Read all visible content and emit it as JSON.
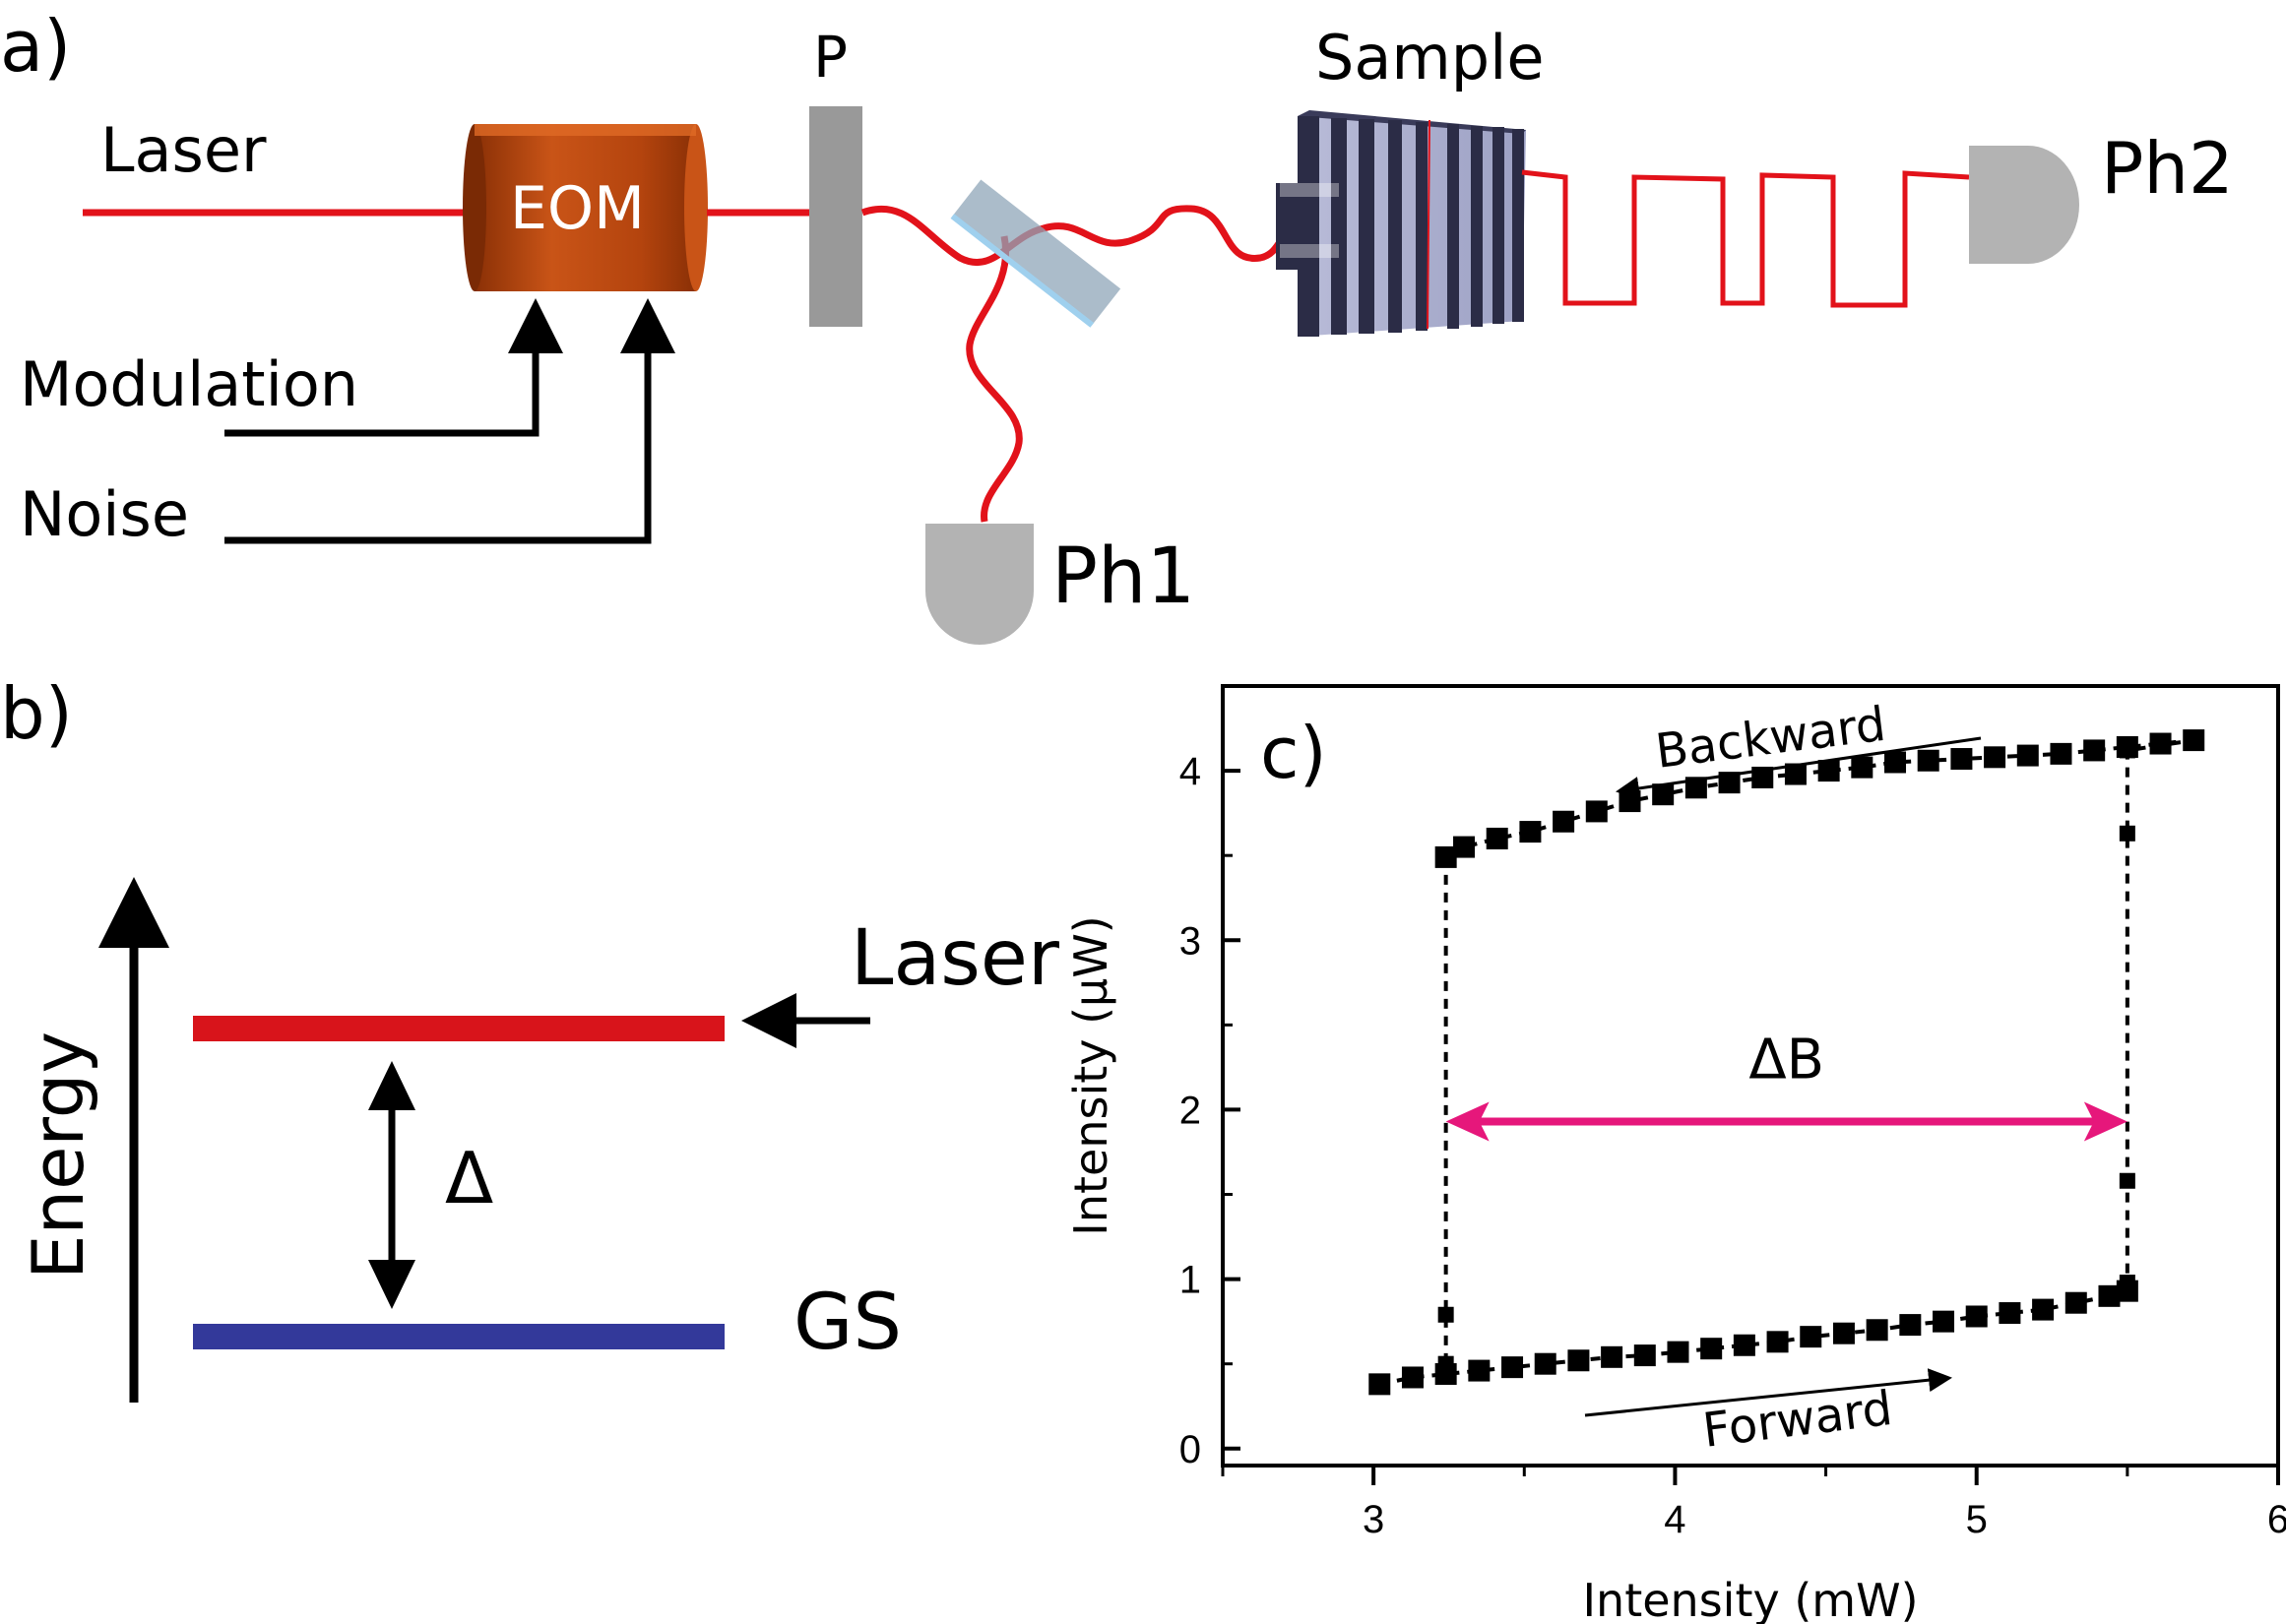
{
  "panel_a": {
    "label": "a)",
    "laser": "Laser",
    "eom": "EOM",
    "polarizer": "P",
    "sample": "Sample",
    "modulation": "Modulation",
    "noise": "Noise",
    "ph1": "Ph1",
    "ph2": "Ph2"
  },
  "panel_b": {
    "label": "b)",
    "energy": "Energy",
    "laser": "Laser",
    "delta": "Δ",
    "gs": "GS"
  },
  "colors": {
    "beam": "#e2121a",
    "eom": "#b4440e",
    "level_upper": "#d8141b",
    "level_lower": "#33399a",
    "delta_b_arrow": "#e6177b",
    "grey": "#b3b3b3"
  },
  "chart_data": {
    "type": "scatter",
    "panel_label": "c)",
    "xlabel": "Intensity (mW)",
    "ylabel": "Intensity (μW)",
    "xlim": [
      2.5,
      6
    ],
    "ylim": [
      -0.1,
      4.5
    ],
    "xticks": [
      3,
      4,
      5,
      6
    ],
    "yticks": [
      0,
      1,
      2,
      3,
      4
    ],
    "annotations": {
      "backward": "Backward",
      "forward": "Forward",
      "delta_b": "ΔB"
    },
    "delta_b_range": [
      3.24,
      5.5
    ],
    "delta_b_y": 1.93,
    "series": [
      {
        "role": "forward-branch",
        "x": [
          3.02,
          3.13,
          3.24,
          3.35,
          3.46,
          3.57,
          3.68,
          3.79,
          3.9,
          4.01,
          4.12,
          4.23,
          4.34,
          4.45,
          4.56,
          4.67,
          4.78,
          4.89,
          5.0,
          5.11,
          5.22,
          5.33,
          5.44,
          5.5
        ],
        "y": [
          0.38,
          0.42,
          0.44,
          0.46,
          0.48,
          0.5,
          0.52,
          0.54,
          0.55,
          0.57,
          0.59,
          0.61,
          0.63,
          0.66,
          0.68,
          0.7,
          0.73,
          0.75,
          0.78,
          0.8,
          0.82,
          0.86,
          0.9,
          0.93
        ]
      },
      {
        "role": "up-jump",
        "x": [
          5.5,
          5.5,
          5.5,
          5.5
        ],
        "y": [
          0.98,
          1.58,
          3.63,
          4.12
        ]
      },
      {
        "role": "backward-branch",
        "x": [
          5.72,
          5.61,
          5.5,
          5.39,
          5.28,
          5.17,
          5.06,
          4.95,
          4.84,
          4.73,
          4.62,
          4.51,
          4.4,
          4.29,
          4.18,
          4.07,
          3.96,
          3.85,
          3.74,
          3.63,
          3.52,
          3.41,
          3.3,
          3.24
        ],
        "y": [
          4.18,
          4.16,
          4.14,
          4.12,
          4.1,
          4.09,
          4.08,
          4.07,
          4.06,
          4.05,
          4.02,
          4.0,
          3.98,
          3.96,
          3.93,
          3.9,
          3.86,
          3.82,
          3.76,
          3.7,
          3.64,
          3.6,
          3.55,
          3.49
        ]
      },
      {
        "role": "down-jump",
        "x": [
          3.24,
          3.24
        ],
        "y": [
          0.79,
          0.5
        ]
      }
    ]
  }
}
